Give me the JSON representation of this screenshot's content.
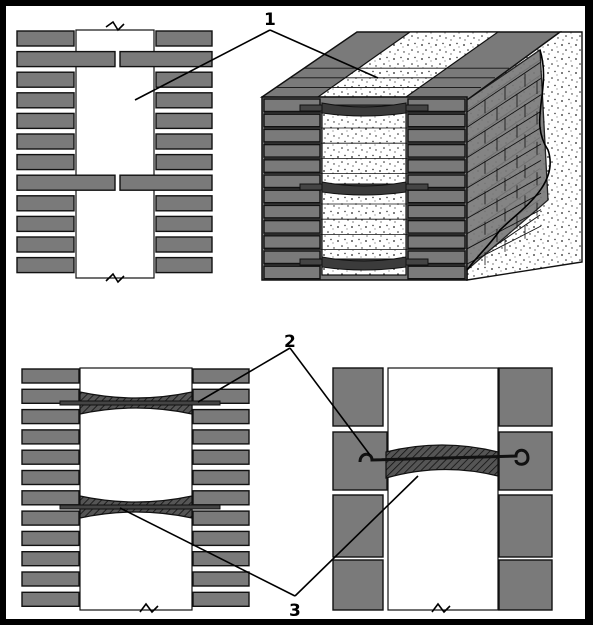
{
  "callouts": [
    {
      "id": "1",
      "label": "1"
    },
    {
      "id": "2",
      "label": "2"
    },
    {
      "id": "3",
      "label": "3"
    }
  ],
  "colors": {
    "brick": "#7a7a7a",
    "infill": "#ffffff",
    "border": "#000000"
  }
}
